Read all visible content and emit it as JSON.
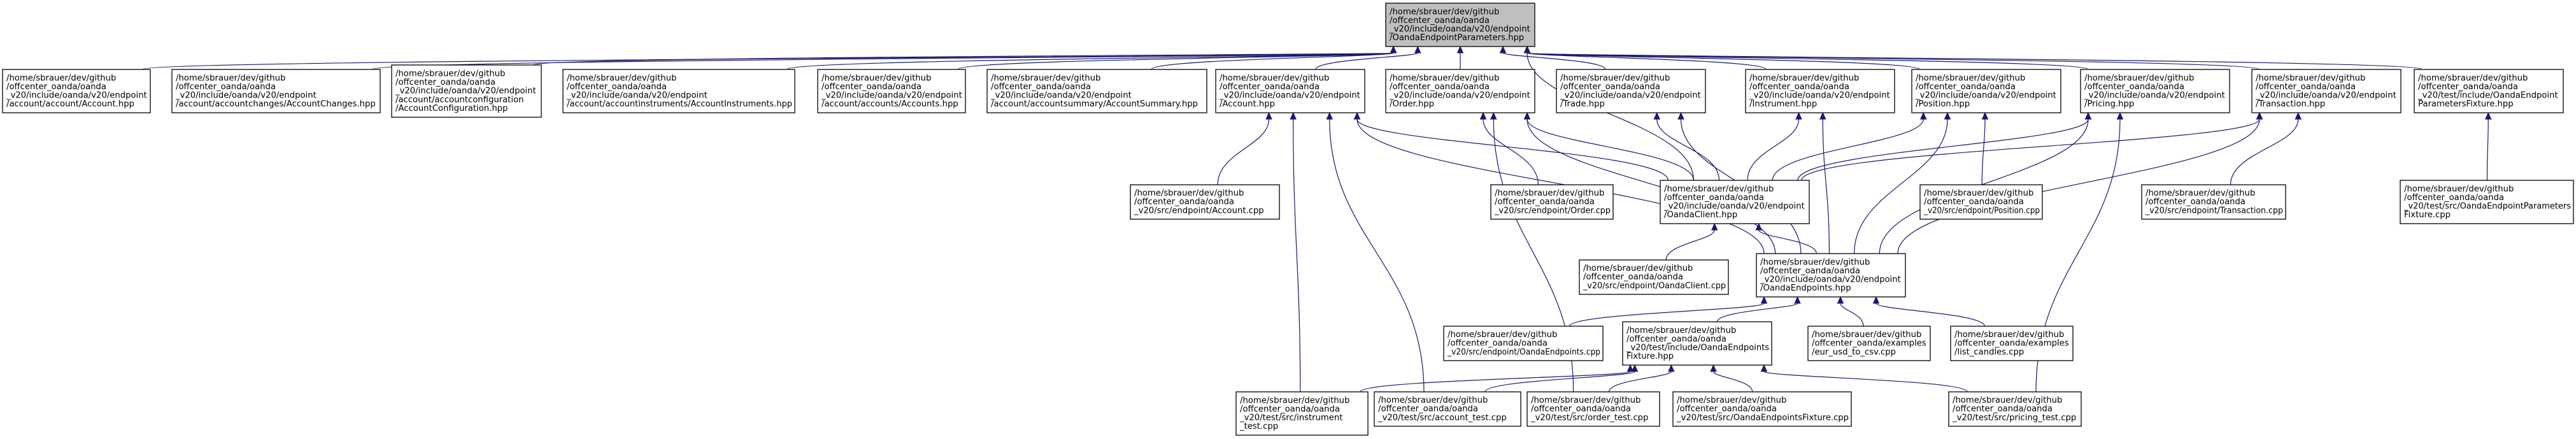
{
  "diagram": {
    "edge_color": "#191970",
    "root_fill": "#bfbfbf",
    "nodes": [
      {
        "id": "root",
        "root": true,
        "lines": [
          "/home/sbrauer/dev/github",
          "/offcenter_oanda/oanda",
          "_v20/include/oanda/v20/endpoint",
          "/OandaEndpointParameters.hpp"
        ]
      },
      {
        "id": "account_account_hpp",
        "lines": [
          "/home/sbrauer/dev/github",
          "/offcenter_oanda/oanda",
          "_v20/include/oanda/v20/endpoint",
          "/account/account/Account.hpp"
        ]
      },
      {
        "id": "accountchanges_hpp",
        "lines": [
          "/home/sbrauer/dev/github",
          "/offcenter_oanda/oanda",
          "_v20/include/oanda/v20/endpoint",
          "/account/accountchanges/AccountChanges.hpp"
        ]
      },
      {
        "id": "accountconfiguration_hpp",
        "lines": [
          "/home/sbrauer/dev/github",
          "/offcenter_oanda/oanda",
          "_v20/include/oanda/v20/endpoint",
          "/account/accountconfiguration",
          "/AccountConfiguration.hpp"
        ]
      },
      {
        "id": "accountinstruments_hpp",
        "lines": [
          "/home/sbrauer/dev/github",
          "/offcenter_oanda/oanda",
          "_v20/include/oanda/v20/endpoint",
          "/account/accountinstruments/AccountInstruments.hpp"
        ]
      },
      {
        "id": "accounts_hpp",
        "lines": [
          "/home/sbrauer/dev/github",
          "/offcenter_oanda/oanda",
          "_v20/include/oanda/v20/endpoint",
          "/account/accounts/Accounts.hpp"
        ]
      },
      {
        "id": "accountsummary_hpp",
        "lines": [
          "/home/sbrauer/dev/github",
          "/offcenter_oanda/oanda",
          "_v20/include/oanda/v20/endpoint",
          "/account/accountsummary/AccountSummary.hpp"
        ]
      },
      {
        "id": "account_hpp",
        "lines": [
          "/home/sbrauer/dev/github",
          "/offcenter_oanda/oanda",
          "_v20/include/oanda/v20/endpoint",
          "/Account.hpp"
        ]
      },
      {
        "id": "order_hpp",
        "lines": [
          "/home/sbrauer/dev/github",
          "/offcenter_oanda/oanda",
          "_v20/include/oanda/v20/endpoint",
          "/Order.hpp"
        ]
      },
      {
        "id": "trade_hpp",
        "lines": [
          "/home/sbrauer/dev/github",
          "/offcenter_oanda/oanda",
          "_v20/include/oanda/v20/endpoint",
          "/Trade.hpp"
        ]
      },
      {
        "id": "instrument_hpp",
        "lines": [
          "/home/sbrauer/dev/github",
          "/offcenter_oanda/oanda",
          "_v20/include/oanda/v20/endpoint",
          "/Instrument.hpp"
        ]
      },
      {
        "id": "position_hpp",
        "lines": [
          "/home/sbrauer/dev/github",
          "/offcenter_oanda/oanda",
          "_v20/include/oanda/v20/endpoint",
          "/Position.hpp"
        ]
      },
      {
        "id": "pricing_hpp",
        "lines": [
          "/home/sbrauer/dev/github",
          "/offcenter_oanda/oanda",
          "_v20/include/oanda/v20/endpoint",
          "/Pricing.hpp"
        ]
      },
      {
        "id": "transaction_hpp",
        "lines": [
          "/home/sbrauer/dev/github",
          "/offcenter_oanda/oanda",
          "_v20/include/oanda/v20/endpoint",
          "/Transaction.hpp"
        ]
      },
      {
        "id": "endpointparametersfixture_hpp",
        "lines": [
          "/home/sbrauer/dev/github",
          "/offcenter_oanda/oanda",
          "_v20/test/include/OandaEndpoint",
          "ParametersFixture.hpp"
        ]
      },
      {
        "id": "account_cpp",
        "lines": [
          "/home/sbrauer/dev/github",
          "/offcenter_oanda/oanda",
          "_v20/src/endpoint/Account.cpp"
        ]
      },
      {
        "id": "order_cpp",
        "lines": [
          "/home/sbrauer/dev/github",
          "/offcenter_oanda/oanda",
          "_v20/src/endpoint/Order.cpp"
        ]
      },
      {
        "id": "oandaclient_hpp",
        "lines": [
          "/home/sbrauer/dev/github",
          "/offcenter_oanda/oanda",
          "_v20/include/oanda/v20/endpoint",
          "/OandaClient.hpp"
        ]
      },
      {
        "id": "position_cpp",
        "lines": [
          "/home/sbrauer/dev/github",
          "/offcenter_oanda/oanda",
          "_v20/src/endpoint/Position.cpp"
        ]
      },
      {
        "id": "transaction_cpp",
        "lines": [
          "/home/sbrauer/dev/github",
          "/offcenter_oanda/oanda",
          "_v20/src/endpoint/Transaction.cpp"
        ]
      },
      {
        "id": "endpointparametersfixture_cpp",
        "lines": [
          "/home/sbrauer/dev/github",
          "/offcenter_oanda/oanda",
          "_v20/test/src/OandaEndpointParameters",
          "Fixture.cpp"
        ]
      },
      {
        "id": "oandaclient_cpp",
        "lines": [
          "/home/sbrauer/dev/github",
          "/offcenter_oanda/oanda",
          "_v20/src/endpoint/OandaClient.cpp"
        ]
      },
      {
        "id": "oandaendpoints_hpp",
        "lines": [
          "/home/sbrauer/dev/github",
          "/offcenter_oanda/oanda",
          "_v20/include/oanda/v20/endpoint",
          "/OandaEndpoints.hpp"
        ]
      },
      {
        "id": "oandaendpoints_cpp",
        "lines": [
          "/home/sbrauer/dev/github",
          "/offcenter_oanda/oanda",
          "_v20/src/endpoint/OandaEndpoints.cpp"
        ]
      },
      {
        "id": "oandaendpointsfixture_hpp",
        "lines": [
          "/home/sbrauer/dev/github",
          "/offcenter_oanda/oanda",
          "_v20/test/include/OandaEndpoints",
          "Fixture.hpp"
        ]
      },
      {
        "id": "eur_usd_to_csv_cpp",
        "lines": [
          "/home/sbrauer/dev/github",
          "/offcenter_oanda/examples",
          "/eur_usd_to_csv.cpp"
        ]
      },
      {
        "id": "list_candles_cpp",
        "lines": [
          "/home/sbrauer/dev/github",
          "/offcenter_oanda/examples",
          "/list_candles.cpp"
        ]
      },
      {
        "id": "instrument_test_cpp",
        "lines": [
          "/home/sbrauer/dev/github",
          "/offcenter_oanda/oanda",
          "_v20/test/src/instrument",
          "_test.cpp"
        ]
      },
      {
        "id": "account_test_cpp",
        "lines": [
          "/home/sbrauer/dev/github",
          "/offcenter_oanda/oanda",
          "_v20/test/src/account_test.cpp"
        ]
      },
      {
        "id": "order_test_cpp",
        "lines": [
          "/home/sbrauer/dev/github",
          "/offcenter_oanda/oanda",
          "_v20/test/src/order_test.cpp"
        ]
      },
      {
        "id": "oandaendpointsfixture_cpp",
        "lines": [
          "/home/sbrauer/dev/github",
          "/offcenter_oanda/oanda",
          "_v20/test/src/OandaEndpointsFixture.cpp"
        ]
      },
      {
        "id": "pricing_test_cpp",
        "lines": [
          "/home/sbrauer/dev/github",
          "/offcenter_oanda/oanda",
          "_v20/test/src/pricing_test.cpp"
        ]
      }
    ],
    "edges": [
      {
        "from": "account_account_hpp",
        "to": "root"
      },
      {
        "from": "accountchanges_hpp",
        "to": "root"
      },
      {
        "from": "accountconfiguration_hpp",
        "to": "root"
      },
      {
        "from": "accountinstruments_hpp",
        "to": "root"
      },
      {
        "from": "accounts_hpp",
        "to": "root"
      },
      {
        "from": "accountsummary_hpp",
        "to": "root"
      },
      {
        "from": "account_hpp",
        "to": "root"
      },
      {
        "from": "order_hpp",
        "to": "root"
      },
      {
        "from": "trade_hpp",
        "to": "root"
      },
      {
        "from": "instrument_hpp",
        "to": "root"
      },
      {
        "from": "position_hpp",
        "to": "root"
      },
      {
        "from": "pricing_hpp",
        "to": "root"
      },
      {
        "from": "transaction_hpp",
        "to": "root"
      },
      {
        "from": "endpointparametersfixture_hpp",
        "to": "root"
      },
      {
        "from": "oandaclient_hpp",
        "to": "root"
      },
      {
        "from": "account_cpp",
        "to": "account_hpp"
      },
      {
        "from": "oandaclient_hpp",
        "to": "account_hpp"
      },
      {
        "from": "oandaendpoints_hpp",
        "to": "account_hpp"
      },
      {
        "from": "instrument_test_cpp",
        "to": "account_hpp"
      },
      {
        "from": "account_test_cpp",
        "to": "account_hpp"
      },
      {
        "from": "order_cpp",
        "to": "order_hpp"
      },
      {
        "from": "oandaclient_hpp",
        "to": "order_hpp"
      },
      {
        "from": "oandaendpoints_hpp",
        "to": "order_hpp"
      },
      {
        "from": "order_test_cpp",
        "to": "order_hpp"
      },
      {
        "from": "oandaclient_hpp",
        "to": "trade_hpp"
      },
      {
        "from": "oandaendpoints_hpp",
        "to": "trade_hpp"
      },
      {
        "from": "oandaclient_hpp",
        "to": "instrument_hpp"
      },
      {
        "from": "oandaendpoints_hpp",
        "to": "instrument_hpp"
      },
      {
        "from": "oandaclient_hpp",
        "to": "position_hpp"
      },
      {
        "from": "position_cpp",
        "to": "position_hpp"
      },
      {
        "from": "oandaendpoints_hpp",
        "to": "position_hpp"
      },
      {
        "from": "oandaclient_hpp",
        "to": "pricing_hpp"
      },
      {
        "from": "oandaendpoints_hpp",
        "to": "pricing_hpp"
      },
      {
        "from": "pricing_test_cpp",
        "to": "pricing_hpp"
      },
      {
        "from": "oandaclient_hpp",
        "to": "transaction_hpp"
      },
      {
        "from": "transaction_cpp",
        "to": "transaction_hpp"
      },
      {
        "from": "oandaendpoints_hpp",
        "to": "transaction_hpp"
      },
      {
        "from": "endpointparametersfixture_cpp",
        "to": "endpointparametersfixture_hpp"
      },
      {
        "from": "oandaclient_cpp",
        "to": "oandaclient_hpp"
      },
      {
        "from": "oandaendpoints_hpp",
        "to": "oandaclient_hpp"
      },
      {
        "from": "oandaendpoints_cpp",
        "to": "oandaendpoints_hpp"
      },
      {
        "from": "oandaendpointsfixture_hpp",
        "to": "oandaendpoints_hpp"
      },
      {
        "from": "eur_usd_to_csv_cpp",
        "to": "oandaendpoints_hpp"
      },
      {
        "from": "list_candles_cpp",
        "to": "oandaendpoints_hpp"
      },
      {
        "from": "instrument_test_cpp",
        "to": "oandaendpointsfixture_hpp"
      },
      {
        "from": "account_test_cpp",
        "to": "oandaendpointsfixture_hpp"
      },
      {
        "from": "order_test_cpp",
        "to": "oandaendpointsfixture_hpp"
      },
      {
        "from": "oandaendpointsfixture_cpp",
        "to": "oandaendpointsfixture_hpp"
      },
      {
        "from": "pricing_test_cpp",
        "to": "oandaendpointsfixture_hpp"
      }
    ]
  }
}
